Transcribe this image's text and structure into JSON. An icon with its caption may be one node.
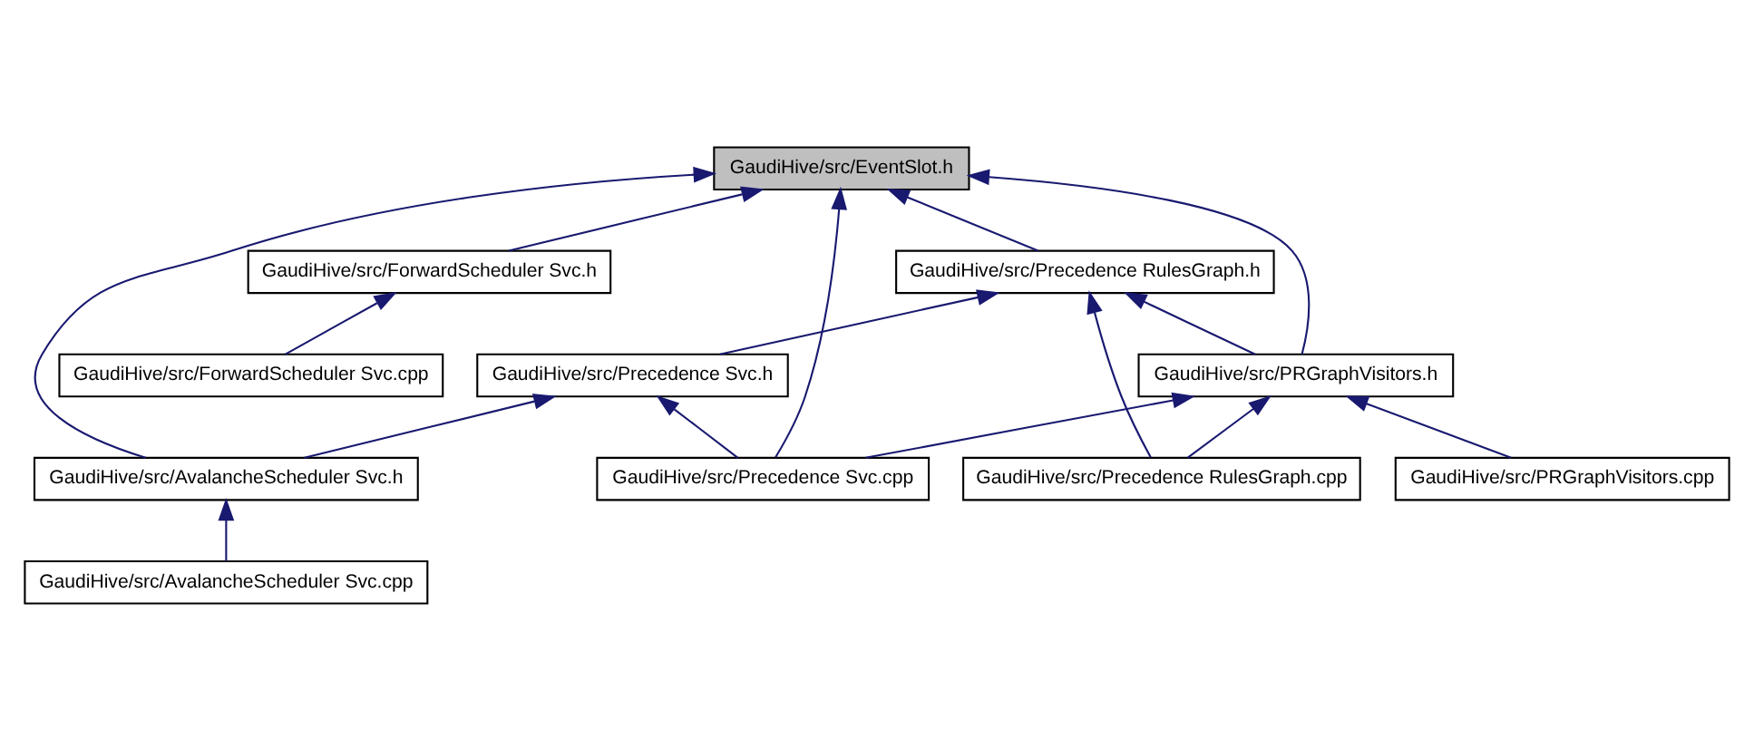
{
  "diagram": {
    "nodes": [
      {
        "text": [
          "GaudiHive/src/EventSlot.h"
        ]
      },
      {
        "text": [
          "GaudiHive/src/Precedence RulesGraph.h"
        ]
      },
      {
        "text": [
          "GaudiHive/src/ForwardScheduler Svc.h"
        ]
      },
      {
        "text": [
          "GaudiHive/src/Precedence Svc.h"
        ]
      },
      {
        "text": [
          "GaudiHive/src/PRGraphVisitors.h"
        ]
      },
      {
        "text": [
          "GaudiHive/src/ForwardScheduler Svc.cpp"
        ]
      },
      {
        "text": [
          "GaudiHive/src/AvalancheScheduler Svc.h"
        ]
      },
      {
        "text": [
          "GaudiHive/src/Precedence Svc.cpp"
        ]
      },
      {
        "text": [
          "GaudiHive/src/Precedence RulesGraph.cpp"
        ]
      },
      {
        "text": [
          "GaudiHive/src/PRGraphVisitors.cpp"
        ]
      },
      {
        "text": [
          "GaudiHive/src/AvalancheScheduler Svc.cpp"
        ]
      }
    ],
    "edges": [
      {
        "from": 6,
        "to": 0,
        "arrow": "to"
      },
      {
        "from": 7,
        "to": 0,
        "arrow": "to"
      },
      {
        "from": 1,
        "to": 0,
        "arrow": "to"
      },
      {
        "from": 4,
        "to": 0,
        "arrow": "to"
      },
      {
        "from": 2,
        "to": 0,
        "arrow": "to"
      },
      {
        "from": 3,
        "to": 1,
        "arrow": "to"
      },
      {
        "from": 8,
        "to": 1,
        "arrow": "to"
      },
      {
        "from": 4,
        "to": 1,
        "arrow": "to"
      },
      {
        "from": 5,
        "to": 2,
        "arrow": "to"
      },
      {
        "from": 6,
        "to": 3,
        "arrow": "to"
      },
      {
        "from": 7,
        "to": 3,
        "arrow": "to"
      },
      {
        "from": 7,
        "to": 4,
        "arrow": "to"
      },
      {
        "from": 8,
        "to": 4,
        "arrow": "to"
      },
      {
        "from": 9,
        "to": 4,
        "arrow": "to"
      },
      {
        "from": 10,
        "to": 6,
        "arrow": "to"
      }
    ]
  }
}
